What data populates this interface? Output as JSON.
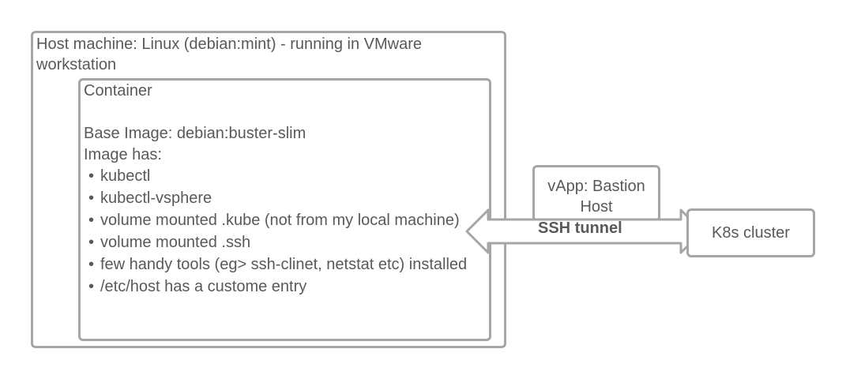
{
  "host": {
    "title": "Host machine: Linux (debian:mint) - running in VMware workstation"
  },
  "container": {
    "title": "Container",
    "base_image": "Base Image: debian:buster-slim",
    "image_has": "Image has:",
    "features": [
      "kubectl",
      "kubectl-vsphere",
      "volume mounted .kube (not from my local machine)",
      "volume mounted .ssh",
      "few handy tools (eg> ssh-clinet, netstat etc) installed",
      "/etc/host has a custome entry"
    ]
  },
  "bastion": {
    "label": "vApp: Bastion Host"
  },
  "tunnel": {
    "label": "SSH tunnel"
  },
  "k8s": {
    "label": "K8s cluster"
  },
  "colors": {
    "border": "#a6a6a6",
    "text": "#595959"
  }
}
